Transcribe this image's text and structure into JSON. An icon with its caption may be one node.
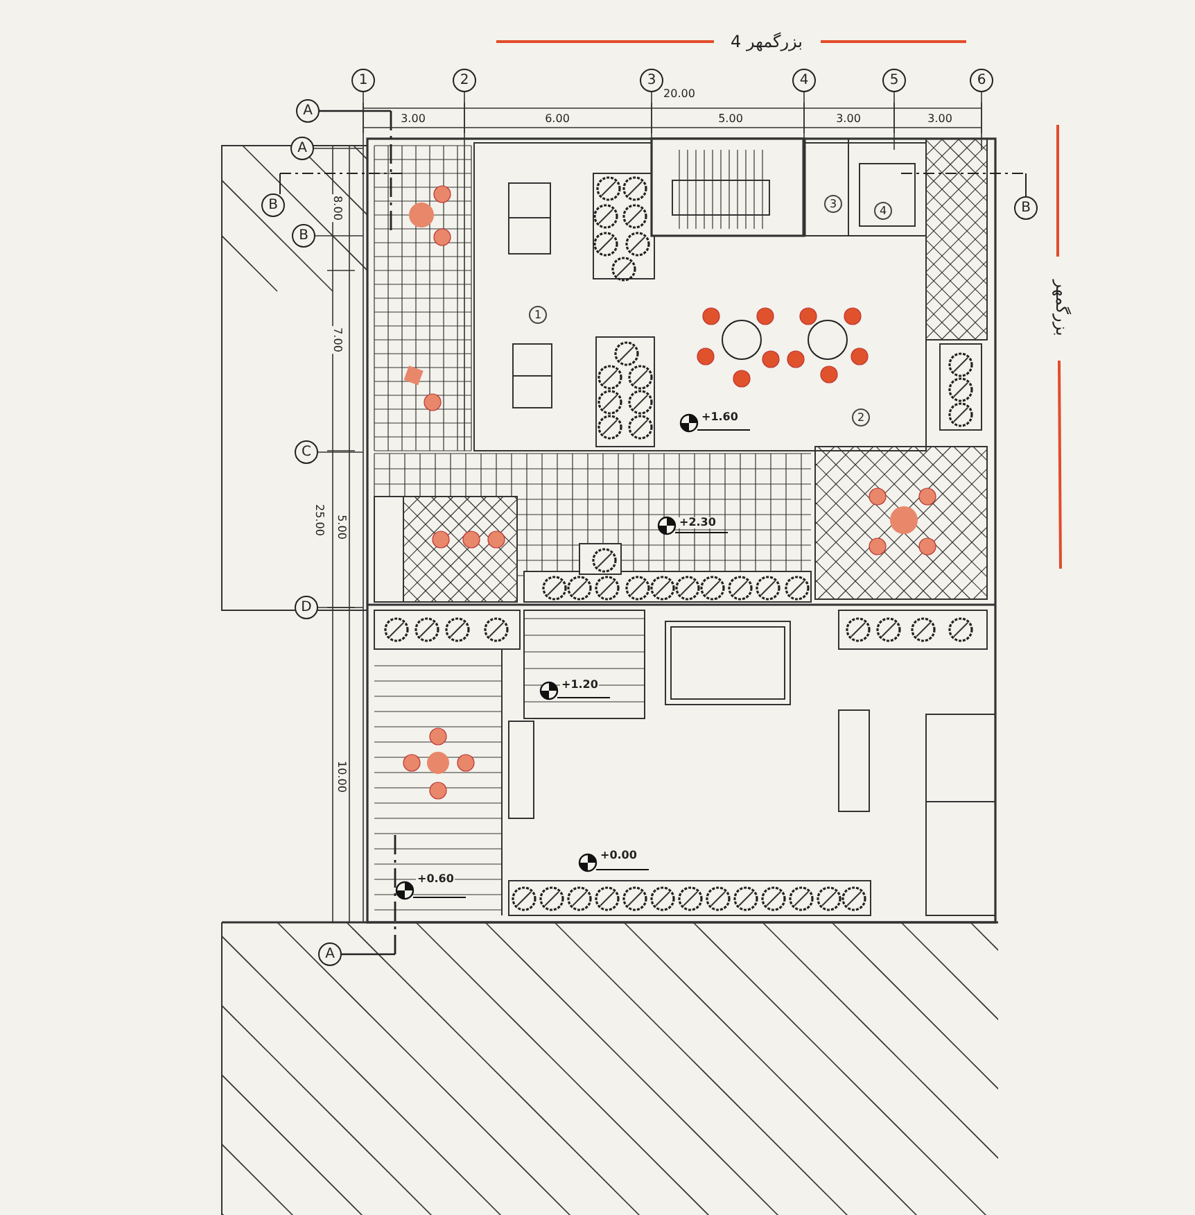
{
  "diagram": {
    "labels": [
      "بزرگمهر 4",
      "1",
      "2",
      "3",
      "20.00",
      "4",
      "5",
      "6",
      "A",
      "3.00",
      "6.00",
      "5.00",
      "3.00",
      "3.00",
      "A",
      "B",
      "B",
      "8.00",
      "B",
      "3",
      "4",
      "بزرگمهر",
      "7.00",
      "1",
      "+1.60",
      "2",
      "C",
      "25.00",
      "5.00",
      "+2.30",
      "D",
      "+1.20",
      "10.00",
      "+0.00",
      "+0.60",
      "A"
    ]
  }
}
